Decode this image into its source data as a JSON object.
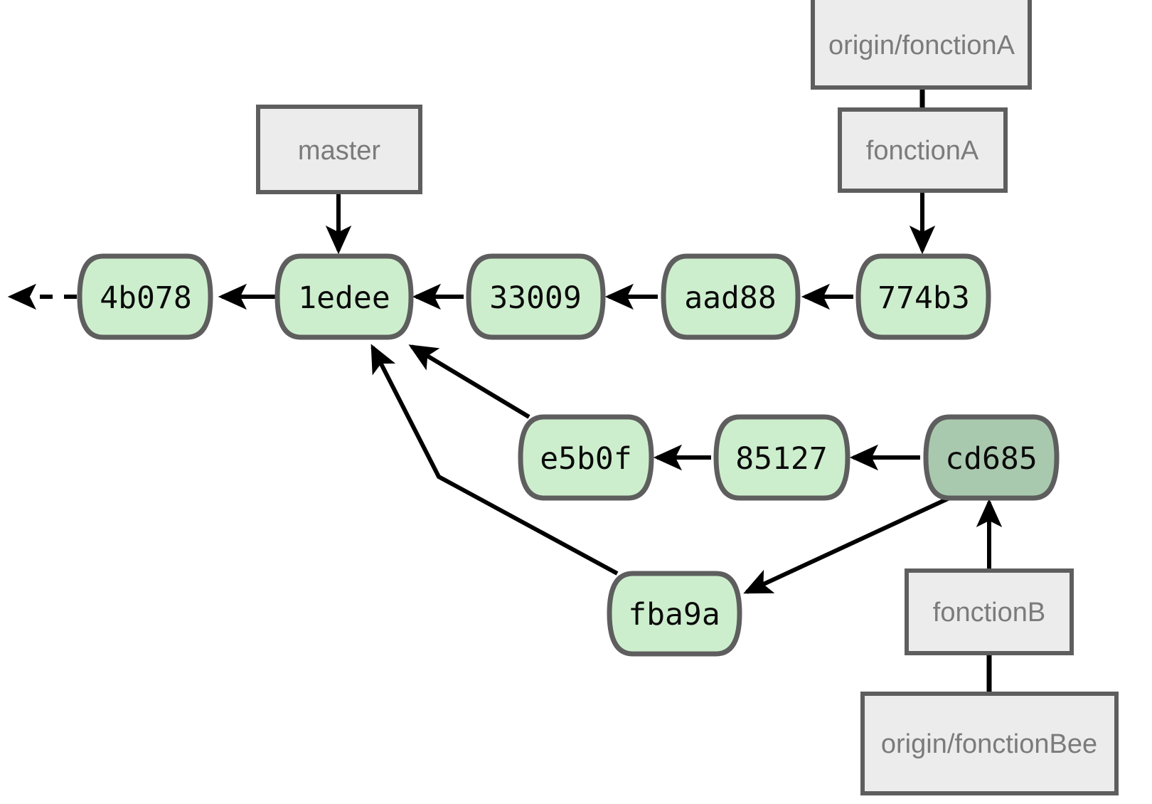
{
  "diagram": {
    "title": "git-branch-commit-graph",
    "background": "#ffffff",
    "colors": {
      "commit_fill": "#cdeecd",
      "head_commit_fill": "#a9c9ae",
      "commit_stroke": "#5e5e5e",
      "ref_fill": "#ececec",
      "ref_stroke": "#5e5e5e",
      "ref_text": "#7b7b7b",
      "commit_text": "#0a0a0a",
      "edge": "#000000"
    },
    "commits": [
      {
        "id": "c-4b078",
        "label": "4b078",
        "head": false
      },
      {
        "id": "c-1edee",
        "label": "1edee",
        "head": false
      },
      {
        "id": "c-33009",
        "label": "33009",
        "head": false
      },
      {
        "id": "c-aad88",
        "label": "aad88",
        "head": false
      },
      {
        "id": "c-774b3",
        "label": "774b3",
        "head": false
      },
      {
        "id": "c-e5b0f",
        "label": "e5b0f",
        "head": false
      },
      {
        "id": "c-85127",
        "label": "85127",
        "head": false
      },
      {
        "id": "c-cd685",
        "label": "cd685",
        "head": true
      },
      {
        "id": "c-fba9a",
        "label": "fba9a",
        "head": false
      }
    ],
    "refs": [
      {
        "id": "r-master",
        "label": "master",
        "points_to": "c-1edee"
      },
      {
        "id": "r-origin-fonctionA",
        "label": "origin/fonctionA",
        "points_to": "r-fonctionA"
      },
      {
        "id": "r-fonctionA",
        "label": "fonctionA",
        "points_to": "c-774b3"
      },
      {
        "id": "r-fonctionB",
        "label": "fonctionB",
        "points_to": "c-cd685"
      },
      {
        "id": "r-origin-fonctionBee",
        "label": "origin/fonctionBee",
        "points_to": "r-fonctionB"
      }
    ],
    "edges": [
      {
        "from": "c-4b078",
        "to": "off-screen-history",
        "style": "dashed"
      },
      {
        "from": "c-1edee",
        "to": "c-4b078",
        "style": "solid"
      },
      {
        "from": "c-33009",
        "to": "c-1edee",
        "style": "solid"
      },
      {
        "from": "c-aad88",
        "to": "c-33009",
        "style": "solid"
      },
      {
        "from": "c-774b3",
        "to": "c-aad88",
        "style": "solid"
      },
      {
        "from": "c-e5b0f",
        "to": "c-1edee",
        "style": "solid"
      },
      {
        "from": "c-fba9a",
        "to": "c-1edee",
        "style": "solid"
      },
      {
        "from": "c-85127",
        "to": "c-e5b0f",
        "style": "solid"
      },
      {
        "from": "c-cd685",
        "to": "c-85127",
        "style": "solid"
      },
      {
        "from": "c-cd685",
        "to": "c-fba9a",
        "style": "solid"
      }
    ]
  }
}
